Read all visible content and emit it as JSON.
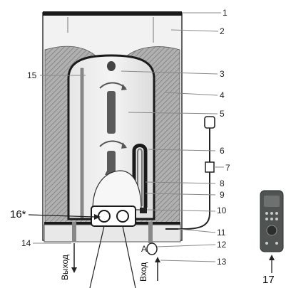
{
  "callouts": {
    "c1": "1",
    "c2": "2",
    "c3": "3",
    "c4": "4",
    "c5": "5",
    "c6": "6",
    "c7": "7",
    "c8": "8",
    "c9": "9",
    "c10": "10",
    "c11": "11",
    "c12": "12",
    "c13": "13",
    "c14": "14",
    "c15": "15",
    "c16": "16*",
    "c17": "17"
  },
  "labels": {
    "outlet": "Выход",
    "inlet": "Вход",
    "point_a": "A"
  },
  "colors": {
    "insulation": "#a7a7a7",
    "wall": "#1a1a1a",
    "remote": "#4f5352"
  }
}
